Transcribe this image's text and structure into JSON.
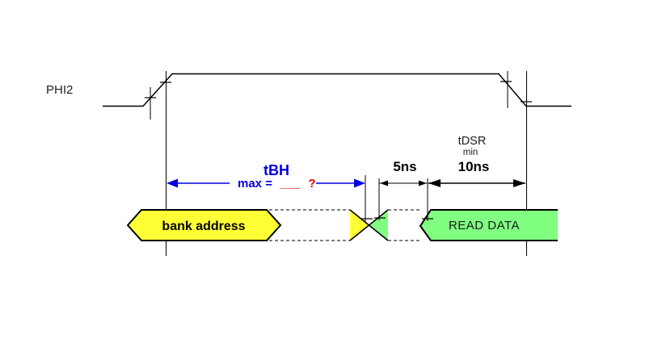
{
  "signals": {
    "clock_label": "PHI2"
  },
  "bus": {
    "bank_address_label": "bank address",
    "read_data_label": "READ DATA"
  },
  "annotations": {
    "tbh_label": "tBH",
    "max_prefix": "max =",
    "max_blank": "___",
    "max_question": "?"
  },
  "dimensions": {
    "hold_gap_label": "5ns",
    "tdsr_label": "tDSR",
    "tdsr_qualifier": "min",
    "tdsr_value": "10ns"
  },
  "colors": {
    "annotation_blue": "#0000e0",
    "annotation_red": "#e00000",
    "bus_yellow": "#ffff35",
    "bus_green": "#80ff80"
  }
}
